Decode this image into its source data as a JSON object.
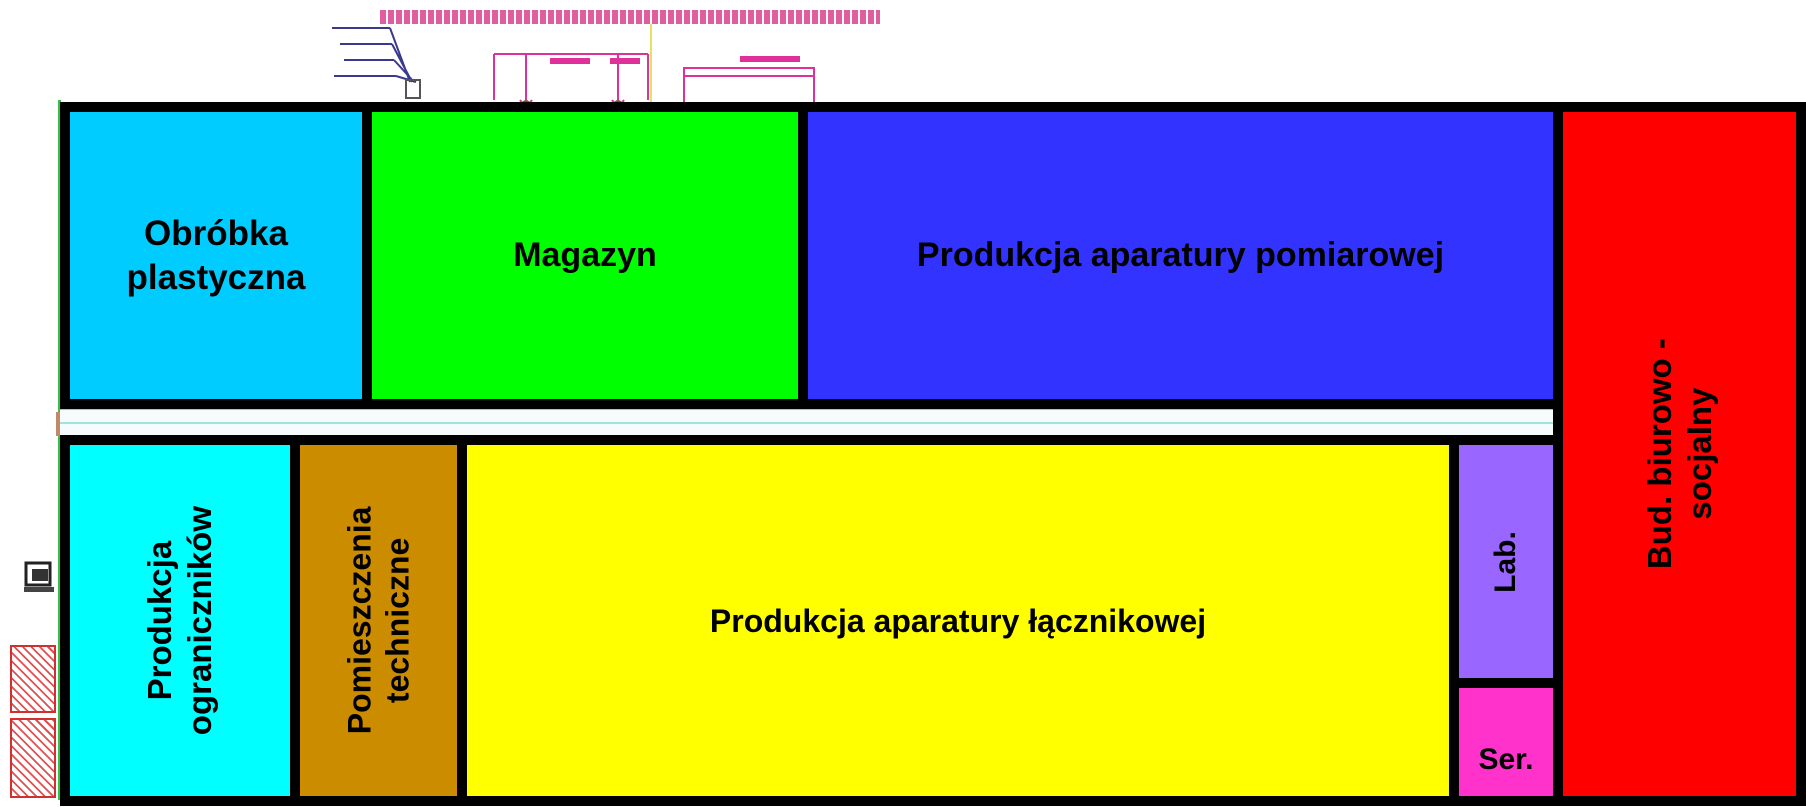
{
  "plan": {
    "colors": {
      "outline": "#000000",
      "obrobka": "#00ccff",
      "magazyn": "#00ff00",
      "pomiarowej": "#3333ff",
      "biurowo": "#ff0000",
      "ograniczniki": "#00ffff",
      "techniczne": "#cc8c00",
      "lacznikowej": "#ffff00",
      "lab": "#9966ff",
      "ser": "#ff33cc"
    },
    "rooms": {
      "obrobka": "Obróbka\nplastyczna",
      "magazyn": "Magazyn",
      "pomiarowej": "Produkcja aparatury pomiarowej",
      "biurowo": "Bud. biurowo - socjalny",
      "ograniczniki": "Produkcja\nograniczników",
      "techniczne": "Pomieszczenia\ntechniczne",
      "lacznikowej": "Produkcja aparatury łącznikowej",
      "lab": "Lab.",
      "ser": "Ser."
    }
  }
}
